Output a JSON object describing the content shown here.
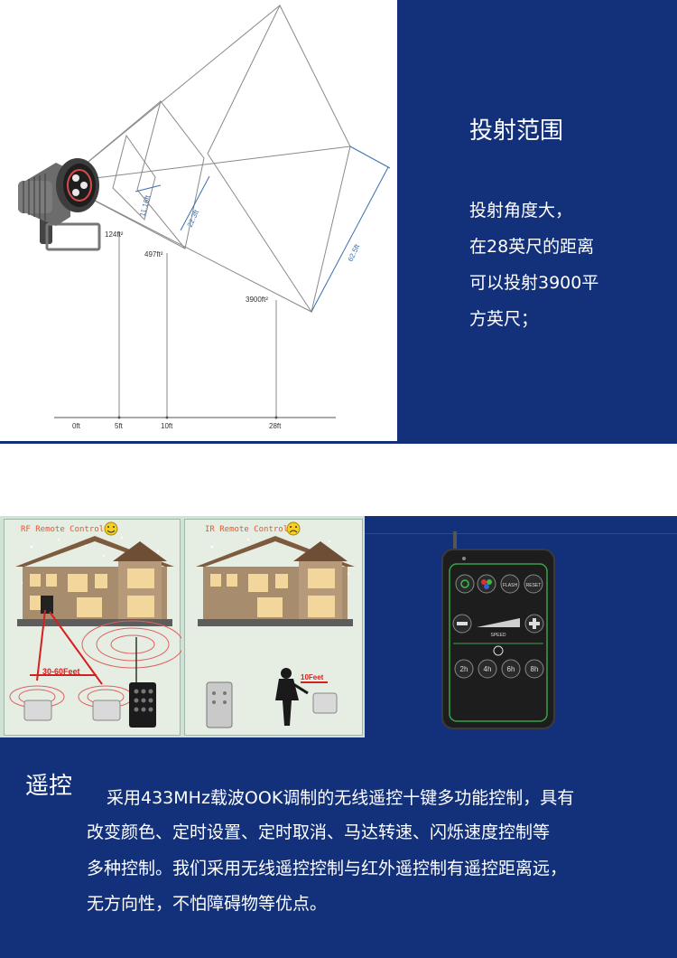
{
  "projection": {
    "title": "投射范围",
    "description": [
      "投射角度大，",
      "在28英尺的距离",
      "可以投射3900平",
      "方英尺；"
    ],
    "diagram": {
      "distance_ticks": [
        "0ft",
        "5ft",
        "10ft",
        "28ft"
      ],
      "areas": [
        "124ft²",
        "497ft²",
        "3900ft²"
      ],
      "widths": [
        "11.16ft",
        "22.3ft",
        "62.5ft"
      ]
    }
  },
  "remote": {
    "title": "遥控",
    "paragraph": [
      "采用433MHz载波OOK调制的无线遥控十键多功能控制，具有",
      "改变颜色、定时设置、定时取消、马达转速、闪烁速度控制等",
      "多种控制。我们采用无线遥控控制与红外遥控制有遥控距离远，",
      "无方向性，不怕障碍物等优点。"
    ],
    "rf_panel_title": "RF Remote Control",
    "ir_panel_title": "IR Remote Control",
    "rf_distance": "30-60Feet",
    "ir_distance": "10Feet",
    "device": {
      "buttons_row1": [
        "",
        "",
        "FLASH",
        "RESET"
      ],
      "speed_label": "SPEED",
      "timer_buttons": [
        "2h",
        "4h",
        "6h",
        "8h"
      ]
    }
  },
  "colors": {
    "navy": "#13317a"
  }
}
